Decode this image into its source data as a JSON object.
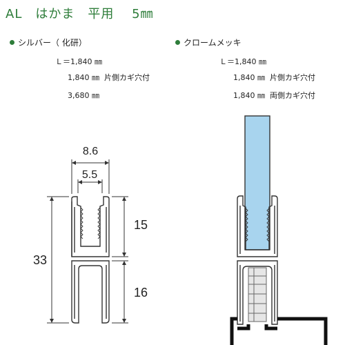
{
  "title": "AL　はかま　平用　 5㎜",
  "colors": {
    "accent": "#2e7d3a",
    "glass": "#a8d4ee",
    "profile": "#333333"
  },
  "left_group": {
    "name": "シルバー（ 化研）",
    "lines": [
      "Ｌ＝1,840 ㎜",
      "1,840 ㎜  片側カギ穴付",
      "3,680 ㎜"
    ]
  },
  "right_group": {
    "name": "クロームメッキ",
    "lines": [
      "Ｌ＝1,840 ㎜",
      "1,840 ㎜  片側カギ穴付",
      "1,840 ㎜  両側カギ穴付"
    ]
  },
  "dimensions": {
    "width_outer": "8.6",
    "width_inner": "5.5",
    "height_total": "33",
    "height_top": "15",
    "height_bottom": "16"
  }
}
